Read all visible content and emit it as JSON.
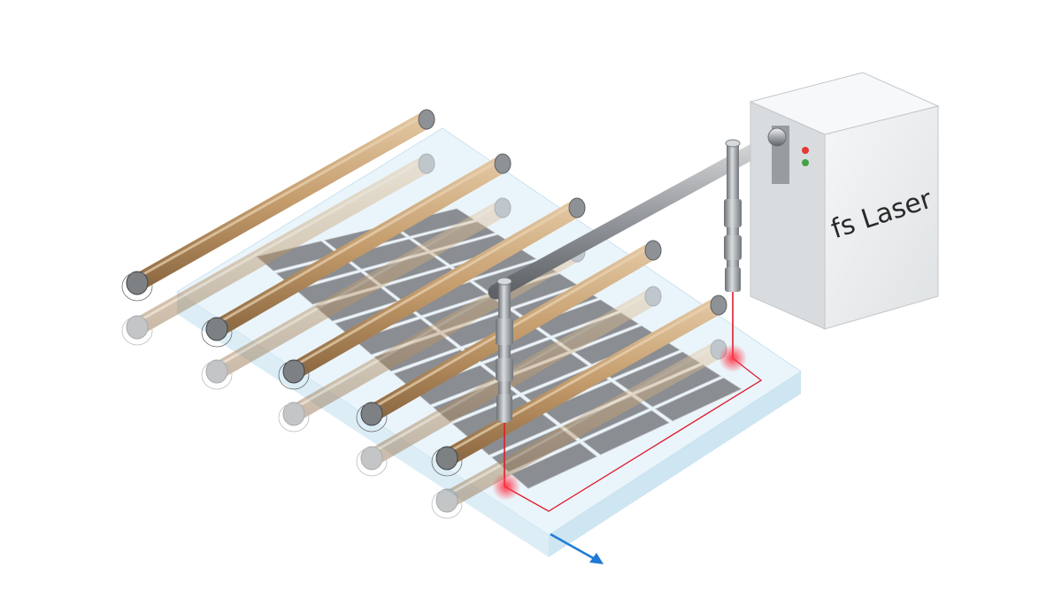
{
  "diagram": {
    "laser_unit": {
      "label": "fs Laser",
      "indicator_colors": [
        "#e53935",
        "#43a047"
      ]
    },
    "colors": {
      "roller_wood": "#c9a57a",
      "roller_shade": "#a9855b",
      "glass": "#d7ecf7",
      "glass_edge": "#b6d6ea",
      "solar_cell": "#8a8d91",
      "beam": "#e01a2b",
      "motion_arrow": "#1e7ad6",
      "cabinet": "#eceeef"
    },
    "roller_count_front": 5,
    "roller_count_back": 5,
    "laser_heads": 2,
    "motion_direction": "toward-viewer"
  }
}
